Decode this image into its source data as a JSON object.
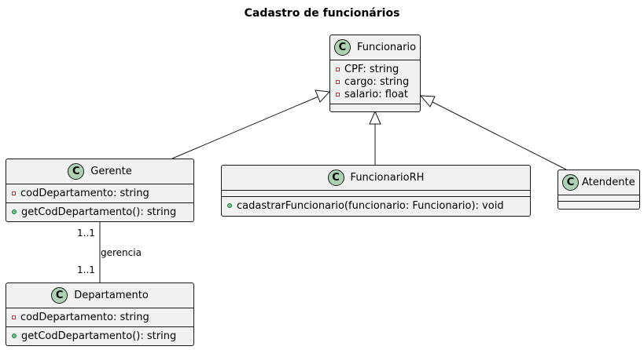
{
  "title": "Cadastro de funcionários",
  "classes": {
    "funcionario": {
      "icon": "C",
      "name": "Funcionario",
      "attributes": [
        "CPF: string",
        "cargo: string",
        "salario: float"
      ],
      "methods": []
    },
    "gerente": {
      "icon": "C",
      "name": "Gerente",
      "attributes": [
        "codDepartamento: string"
      ],
      "methods": [
        "getCodDepartamento(): string"
      ]
    },
    "funcionario_rh": {
      "icon": "C",
      "name": "FuncionarioRH",
      "attributes": [],
      "methods": [
        "cadastrarFuncionario(funcionario: Funcionario): void"
      ]
    },
    "atendente": {
      "icon": "C",
      "name": "Atendente",
      "attributes": [],
      "methods": []
    },
    "departamento": {
      "icon": "C",
      "name": "Departamento",
      "attributes": [
        "codDepartamento: string"
      ],
      "methods": [
        "getCodDepartamento(): string"
      ]
    }
  },
  "association": {
    "label": "gerencia",
    "source_multiplicity": "1..1",
    "target_multiplicity": "1..1"
  },
  "colors": {
    "class_fill": "#f1f1f1",
    "class_icon": "#add1b2",
    "line": "#181818"
  }
}
